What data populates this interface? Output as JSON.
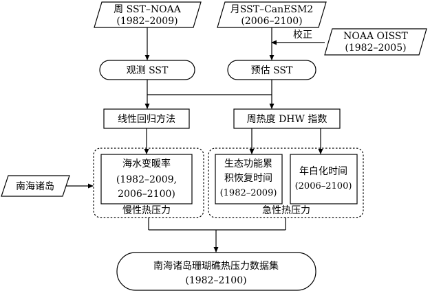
{
  "inputs": {
    "weekly_sst": {
      "line1": "周 SST–NOAA",
      "line2": "(1982–2009)"
    },
    "monthly_sst": {
      "line1": "月SST–CanESM2",
      "line2": "(2006–2100)"
    },
    "noaa_oisst": {
      "line1": "NOAA OISST",
      "line2": "(1982–2005)"
    },
    "south_sea_islands": {
      "label": "南海诸岛"
    }
  },
  "calibration_label": "校正",
  "sst": {
    "observed": "观测 SST",
    "forecast": "预估 SST"
  },
  "methods": {
    "linear_regression": "线性回归方法",
    "dhw_index": "周热度 DHW 指数"
  },
  "chronic": {
    "box_line1": "海水变暖率",
    "box_line2": "(1982–2009,",
    "box_line3": "2006–2100)",
    "group_label": "慢性热压力"
  },
  "acute": {
    "recovery_line1": "生态功能累",
    "recovery_line2": "积恢复时间",
    "recovery_line3": "(1982–2009)",
    "bleaching_line1": "年白化时间",
    "bleaching_line2": "(2006–2100)",
    "group_label": "急性热压力"
  },
  "output": {
    "line1": "南海诸岛珊瑚礁热压力数据集",
    "line2": "(1982–2100)"
  }
}
